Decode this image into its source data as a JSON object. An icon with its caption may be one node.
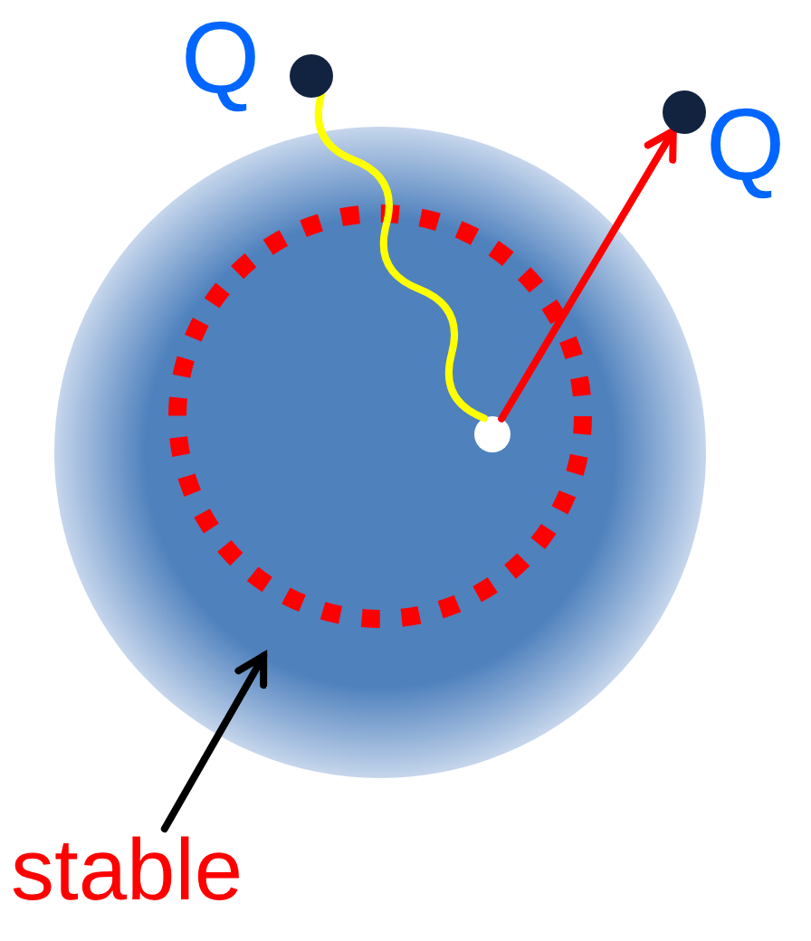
{
  "diagram": {
    "nodes": [
      {
        "text": [],
        "shape": "circle"
      },
      {
        "text": [],
        "shape": "circle",
        "beside": [
          "Q"
        ]
      },
      {
        "text": [],
        "shape": "circle",
        "in": 0
      },
      {
        "text": [],
        "shape": "circle",
        "beside": [
          "Q"
        ]
      },
      {
        "text": [
          "stable"
        ]
      }
    ],
    "edges": [
      {
        "from": 1,
        "to": 2,
        "arrow": "none",
        "color": "#ffff00"
      },
      {
        "from": 2,
        "to": 3,
        "arrow": "to",
        "color": "#ff0000"
      },
      {
        "from": 4,
        "to": 0,
        "arrow": "to",
        "color": "#000000"
      }
    ]
  }
}
